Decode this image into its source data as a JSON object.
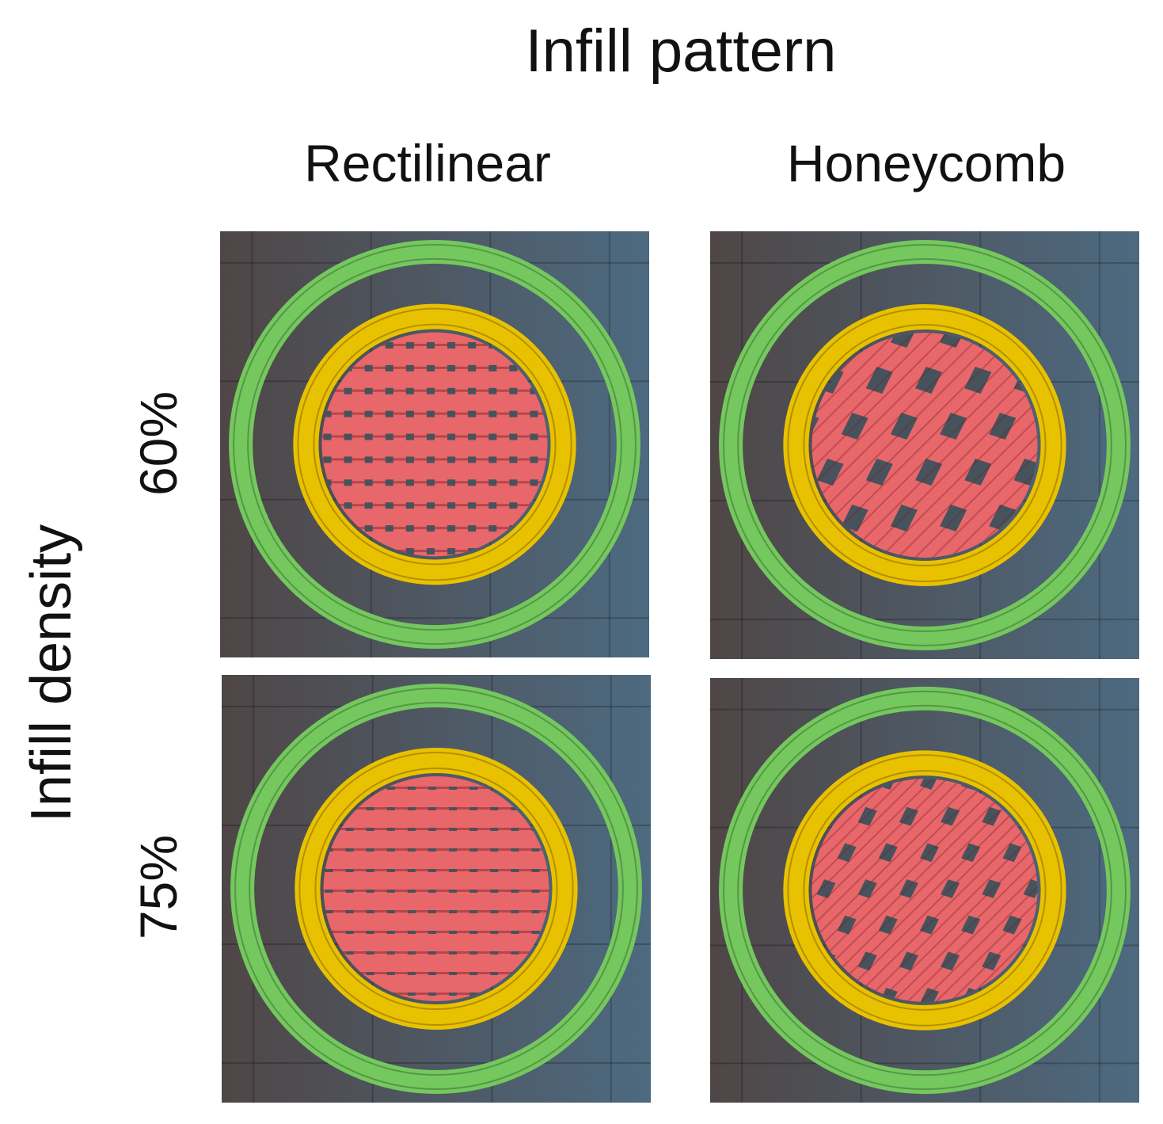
{
  "title": "Infill pattern",
  "columns": [
    "Rectilinear",
    "Honeycomb"
  ],
  "side_label": "Infill density",
  "rows": [
    "60%",
    "75%"
  ],
  "colors": {
    "background_left": "#4f4646",
    "background_right": "#4d6a80",
    "outer_perimeter": "#74c85e",
    "inner_perimeter": "#e8c200",
    "infill": "#e8676a",
    "gap": "#47535c"
  }
}
